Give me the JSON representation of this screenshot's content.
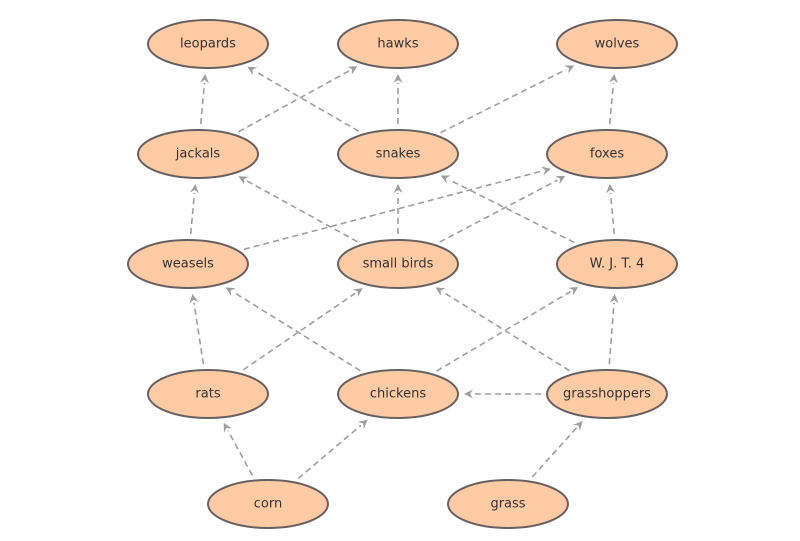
{
  "nodes": [
    {
      "id": "leopards",
      "label": "leopards"
    },
    {
      "id": "hawks",
      "label": "hawks"
    },
    {
      "id": "wolves",
      "label": "wolves"
    },
    {
      "id": "jackals",
      "label": "jackals"
    },
    {
      "id": "snakes",
      "label": "snakes"
    },
    {
      "id": "foxes",
      "label": "foxes"
    },
    {
      "id": "weasels",
      "label": "weasels"
    },
    {
      "id": "small_birds",
      "label": "small birds"
    },
    {
      "id": "wjt4",
      "label": "W. J. T. 4"
    },
    {
      "id": "rats",
      "label": "rats"
    },
    {
      "id": "chickens",
      "label": "chickens"
    },
    {
      "id": "grasshoppers",
      "label": "grasshoppers"
    },
    {
      "id": "corn",
      "label": "corn"
    },
    {
      "id": "grass",
      "label": "grass"
    }
  ],
  "edges": [
    {
      "from": "jackals",
      "to": "leopards"
    },
    {
      "from": "jackals",
      "to": "hawks"
    },
    {
      "from": "snakes",
      "to": "leopards"
    },
    {
      "from": "snakes",
      "to": "hawks"
    },
    {
      "from": "snakes",
      "to": "wolves"
    },
    {
      "from": "foxes",
      "to": "wolves"
    },
    {
      "from": "weasels",
      "to": "jackals"
    },
    {
      "from": "weasels",
      "to": "foxes"
    },
    {
      "from": "small_birds",
      "to": "jackals"
    },
    {
      "from": "small_birds",
      "to": "snakes"
    },
    {
      "from": "small_birds",
      "to": "foxes"
    },
    {
      "from": "wjt4",
      "to": "snakes"
    },
    {
      "from": "wjt4",
      "to": "foxes"
    },
    {
      "from": "rats",
      "to": "weasels"
    },
    {
      "from": "rats",
      "to": "small_birds"
    },
    {
      "from": "chickens",
      "to": "weasels"
    },
    {
      "from": "chickens",
      "to": "wjt4"
    },
    {
      "from": "grasshoppers",
      "to": "small_birds"
    },
    {
      "from": "grasshoppers",
      "to": "wjt4"
    },
    {
      "from": "grasshoppers",
      "to": "chickens"
    },
    {
      "from": "corn",
      "to": "rats"
    },
    {
      "from": "corn",
      "to": "chickens"
    },
    {
      "from": "grass",
      "to": "grasshoppers"
    }
  ],
  "colors": {
    "node_fill": "#ffcba4",
    "node_stroke": "#666060",
    "edge": "#9e9e9e",
    "text": "#333333"
  }
}
